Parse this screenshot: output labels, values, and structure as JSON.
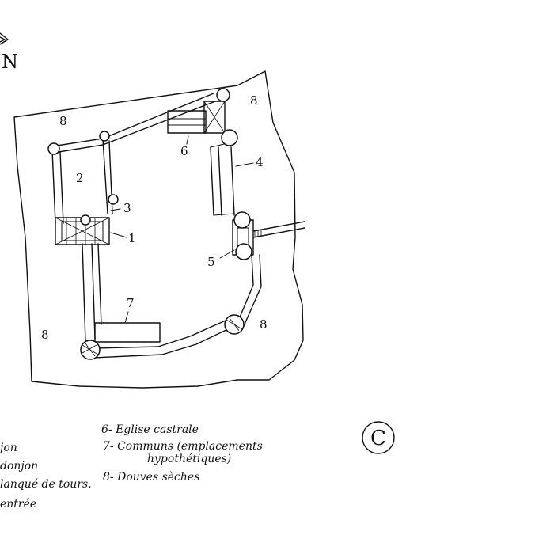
{
  "compass": {
    "north_letter": "N"
  },
  "zone_labels": [
    {
      "id": "moat-nw",
      "text": "8"
    },
    {
      "id": "moat-ne",
      "text": "8"
    },
    {
      "id": "moat-w",
      "text": "8"
    },
    {
      "id": "moat-se",
      "text": "8"
    }
  ],
  "callouts": [
    {
      "id": "1",
      "text": "1"
    },
    {
      "id": "2",
      "text": "2"
    },
    {
      "id": "3",
      "text": "3"
    },
    {
      "id": "4",
      "text": "4"
    },
    {
      "id": "5",
      "text": "5"
    },
    {
      "id": "6",
      "text": "6"
    },
    {
      "id": "7",
      "text": "7"
    }
  ],
  "legend_left": [
    "jon",
    "donjon",
    "lanqué de tours.",
    "entrée"
  ],
  "legend_right": [
    "6- Eglise castrale",
    "7- Communs (emplacements",
    "hypothétiques)",
    "8- Douves sèches"
  ],
  "copyright_symbol": "C"
}
